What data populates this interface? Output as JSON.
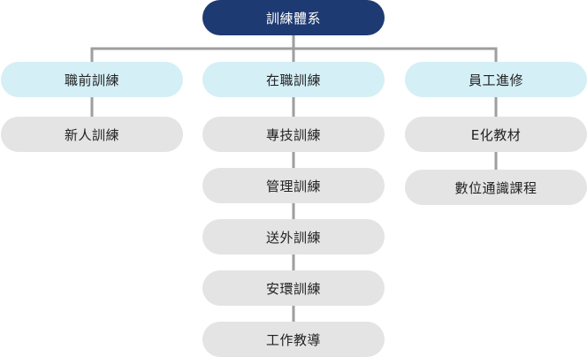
{
  "root": {
    "label": "訓練體系"
  },
  "categories": [
    {
      "label": "職前訓練",
      "items": [
        "新人訓練"
      ]
    },
    {
      "label": "在職訓練",
      "items": [
        "專技訓練",
        "管理訓練",
        "送外訓練",
        "安環訓練",
        "工作教導"
      ]
    },
    {
      "label": "員工進修",
      "items": [
        "E化教材",
        "數位通識課程"
      ]
    }
  ],
  "colors": {
    "root_bg": "#1e3a72",
    "category_bg": "#d4eff6",
    "leaf_bg": "#e4e4e4",
    "connector": "#9e9e9e"
  }
}
